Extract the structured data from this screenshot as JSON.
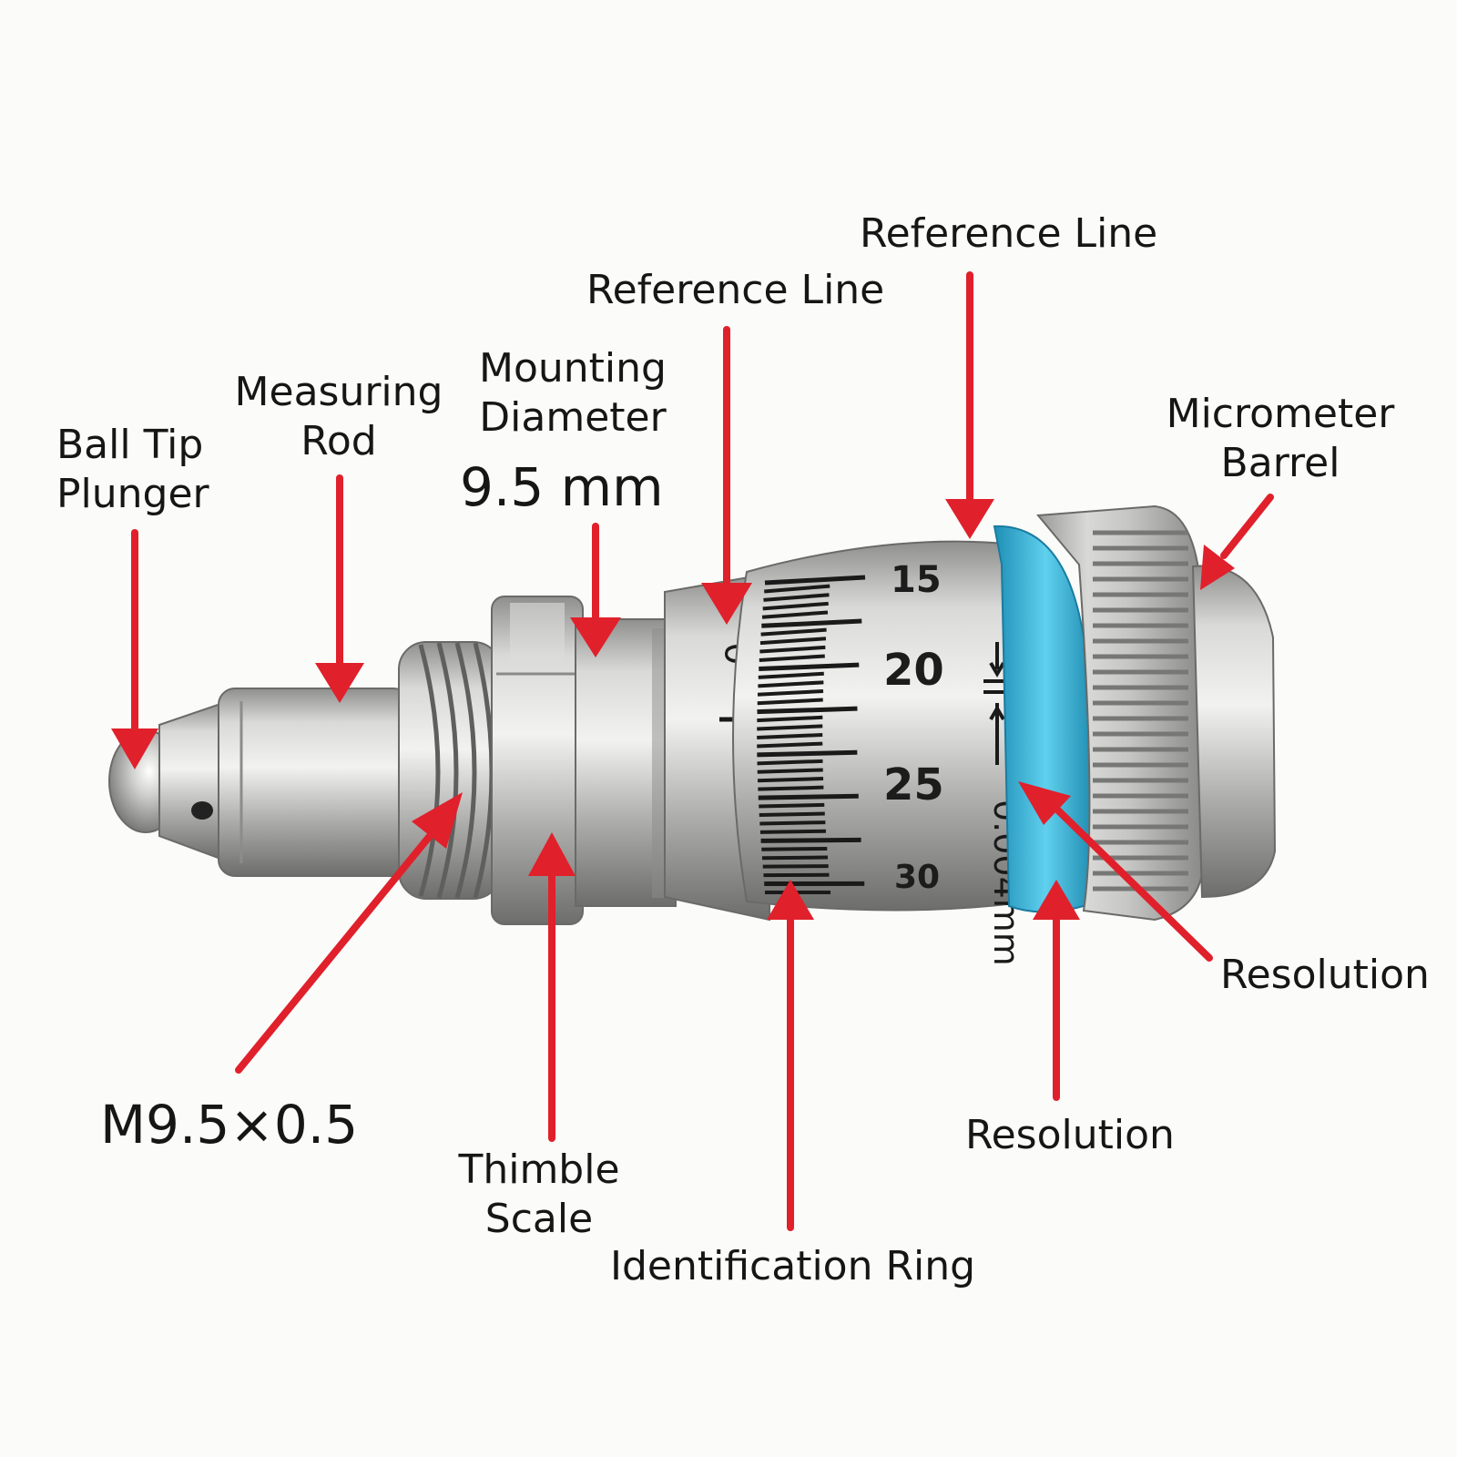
{
  "labels": {
    "ball_tip_plunger": [
      "Ball Tip",
      "Plunger"
    ],
    "measuring_rod": [
      "Measuring",
      "Rod"
    ],
    "mounting_diameter": [
      "Mounting",
      "Diameter"
    ],
    "mounting_value": "9.5 mm",
    "reference_line_1": "Reference Line",
    "reference_line_2": "Reference Line",
    "micrometer_barrel": [
      "Micrometer",
      "Barrel"
    ],
    "resolution_1": "Resolution",
    "resolution_2": "Resolution",
    "identification_ring": "Identification Ring",
    "thimble_scale": [
      "Thimble",
      "Scale"
    ],
    "thread_spec": "M9.5×0.5"
  },
  "scale_numbers": [
    "15",
    "20",
    "25",
    "30"
  ],
  "barrel_zero": "0",
  "resolution_marking": "0.004mm",
  "colors": {
    "arrow": "#e0202b",
    "ring": "#3fb6d8",
    "steel": "#b9b9b7",
    "text": "#161616"
  }
}
